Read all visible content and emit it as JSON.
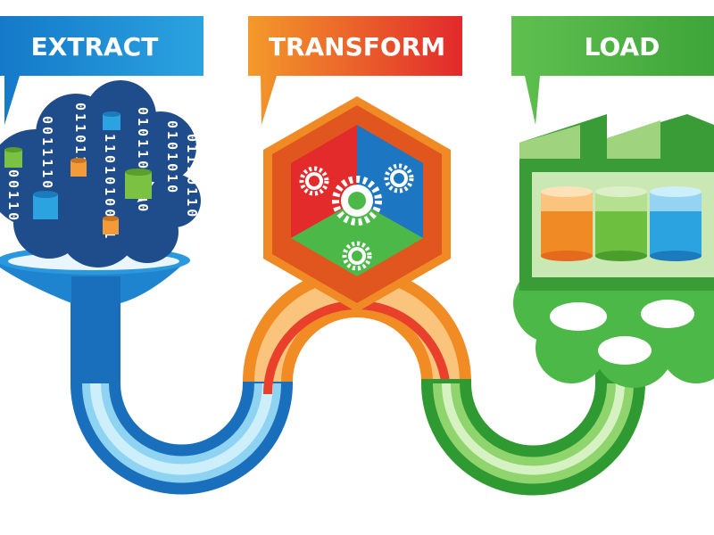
{
  "stages": [
    {
      "label": "EXTRACT",
      "color": "#1e8fd5"
    },
    {
      "label": "TRANSFORM",
      "color": "#e9502a"
    },
    {
      "label": "LOAD",
      "color": "#4cb848"
    }
  ],
  "binary_columns": [
    "00110",
    "0011110",
    "0110110",
    "1101010001",
    "0101101010",
    "0101010",
    "01110110"
  ],
  "colors": {
    "cloud": "#1f4d8c",
    "blue_pipe": "#1e8fd5",
    "orange_pipe": "#f08a24",
    "green_pipe": "#3da535",
    "hex_red": "#e32b2b",
    "hex_blue": "#1c76c2",
    "hex_green": "#4cb848"
  }
}
